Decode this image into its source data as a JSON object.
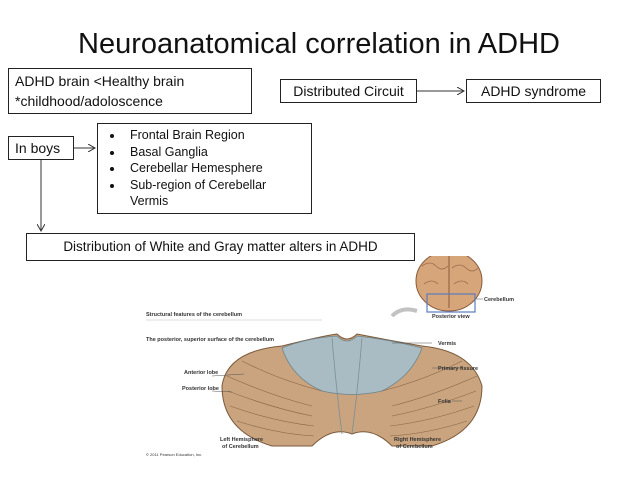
{
  "title": "Neuroanatomical correlation in ADHD",
  "boxes": {
    "adhd_brain_line1": "ADHD  brain <Healthy brain",
    "adhd_brain_line2": "*childhood/adoloscence",
    "distributed_circuit": "Distributed Circuit",
    "adhd_syndrome": "ADHD syndrome",
    "in_boys": "In boys",
    "regions": [
      "Frontal Brain Region",
      "Basal Ganglia",
      "Cerebellar Hemesphere",
      "Sub-region of Cerebellar Vermis"
    ],
    "distribution": "Distribution of White and Gray matter alters in ADHD"
  },
  "figure": {
    "heading": "Structural features of the cerebellum",
    "subheading": "The posterior, superior surface of the cerebellum",
    "labels": {
      "posterior_view": "Posterior view",
      "cerebellum": "Cerebellum",
      "vermis": "Vermis",
      "anterior_lobe": "Anterior lobe",
      "posterior_lobe": "Posterior lobe",
      "primary_fissure": "Primary fissure",
      "folia": "Folia",
      "left_hemisphere_1": "Left Hemisphere",
      "left_hemisphere_2": "of Cerebellum",
      "right_hemisphere_1": "Right Hemisphere",
      "right_hemisphere_2": "of Cerebellum",
      "copyright": "© 2011 Pearson Education, Inc."
    }
  }
}
